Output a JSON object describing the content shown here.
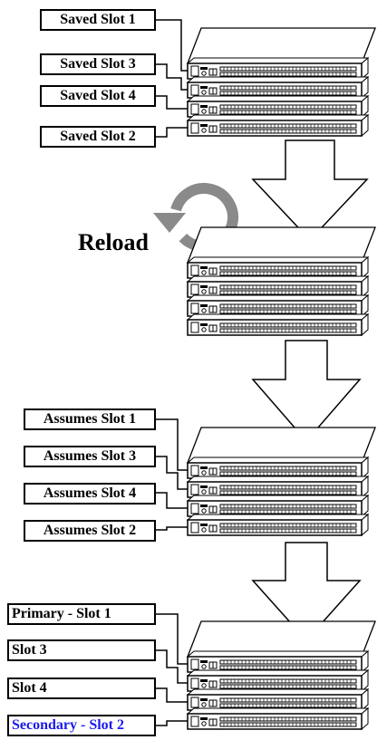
{
  "stage1": {
    "labels": [
      "Saved Slot 1",
      "Saved Slot 3",
      "Saved Slot 4",
      "Saved Slot 2"
    ]
  },
  "reload": {
    "label": "Reload",
    "icon": "circular-arrow-icon"
  },
  "stage3": {
    "labels": [
      "Assumes Slot 1",
      "Assumes Slot 3",
      "Assumes Slot 4",
      "Assumes Slot 2"
    ]
  },
  "stage4": {
    "labels": [
      "Primary - Slot 1",
      "Slot 3",
      "Slot 4",
      "Secondary - Slot 2"
    ]
  },
  "colors": {
    "outline": "#000000",
    "arrow_fill": "#ffffff",
    "reload_icon": "#8a8a8a",
    "secondary_label": "#1a1aee"
  }
}
